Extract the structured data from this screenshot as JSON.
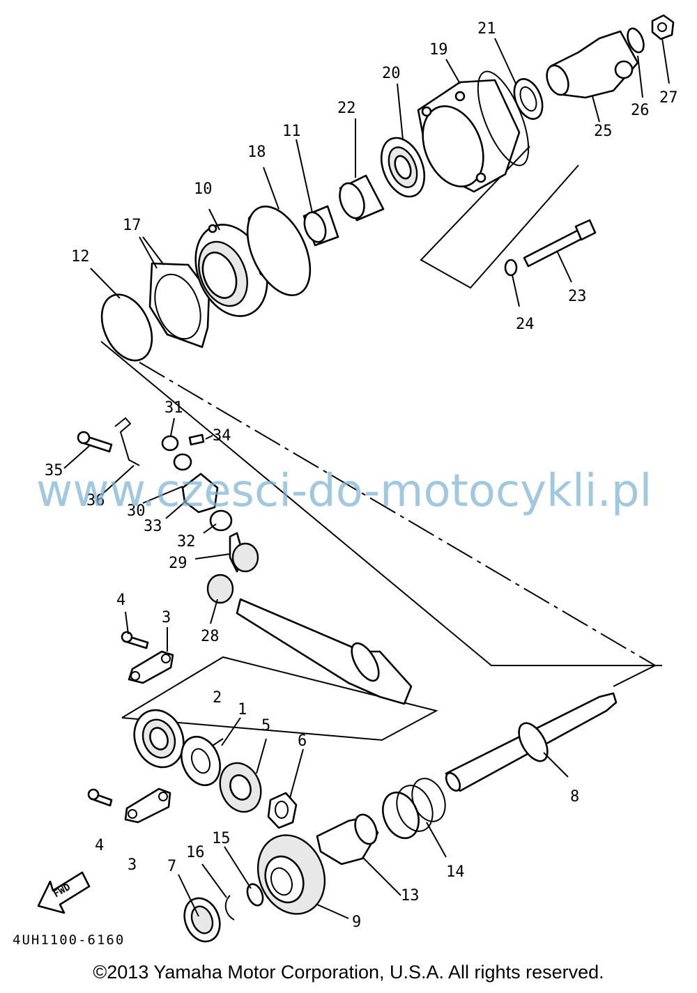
{
  "callouts": [
    "1",
    "2",
    "3",
    "3",
    "4",
    "4",
    "5",
    "6",
    "7",
    "8",
    "9",
    "10",
    "11",
    "12",
    "13",
    "14",
    "15",
    "16",
    "17",
    "18",
    "19",
    "20",
    "21",
    "22",
    "23",
    "24",
    "25",
    "26",
    "27",
    "28",
    "29",
    "30",
    "31",
    "32",
    "33",
    "34",
    "35",
    "36"
  ],
  "diagram_code": "4UH1100-6160",
  "fwd_label": "FWD",
  "watermark": "www.czesci-do-motocykli.pl",
  "copyright": "©2013 Yamaha Motor Corporation, U.S.A. All rights reserved."
}
